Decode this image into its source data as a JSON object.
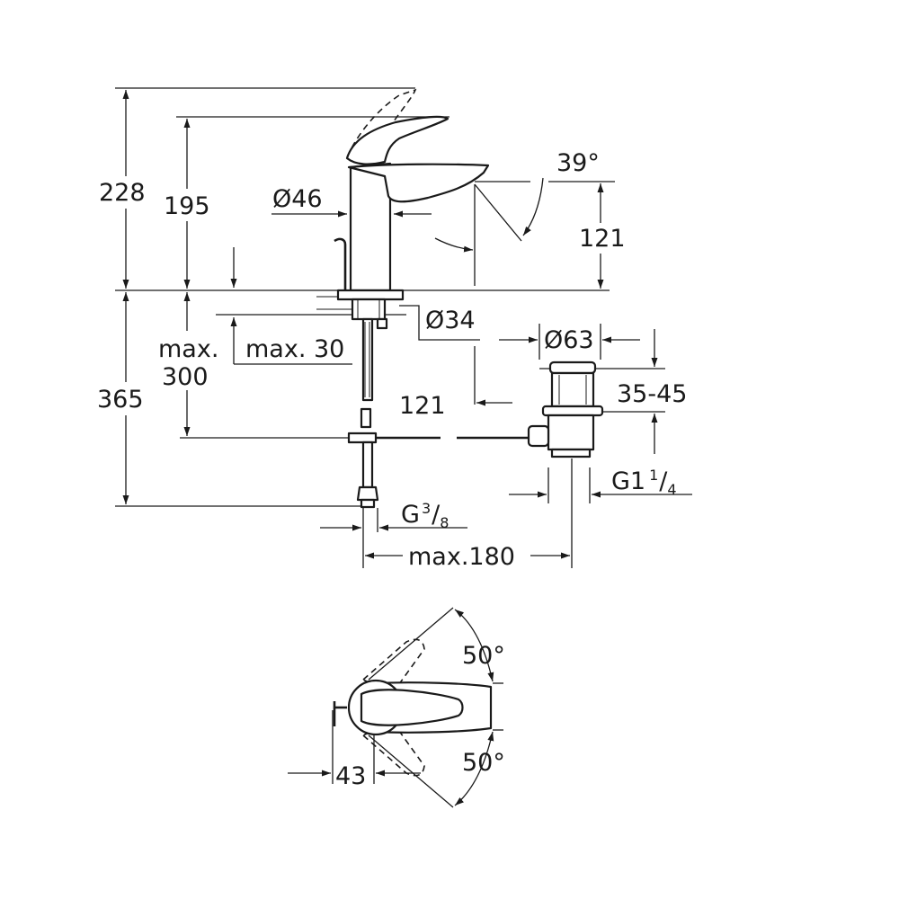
{
  "dimensions": {
    "total_height": "228",
    "spout_height": "195",
    "body_diameter": "Ø46",
    "lever_angle": "39°",
    "spout_outlet_height": "121",
    "shank_diameter": "Ø34",
    "max_countertop_prefix": "max.",
    "max_countertop_value": "300",
    "max_shank": "max. 30",
    "below_deck": "365",
    "spout_reach": "121",
    "waste_diameter": "Ø63",
    "waste_range": "35-45",
    "waste_thread_main": "G1",
    "waste_thread_num": "1",
    "waste_thread_den": "4",
    "supply_thread_main": "G",
    "supply_thread_num": "3",
    "supply_thread_den": "8",
    "max_rod": "max.180",
    "rotation_up": "50°",
    "rotation_down": "50°",
    "lever_offset": "43"
  }
}
